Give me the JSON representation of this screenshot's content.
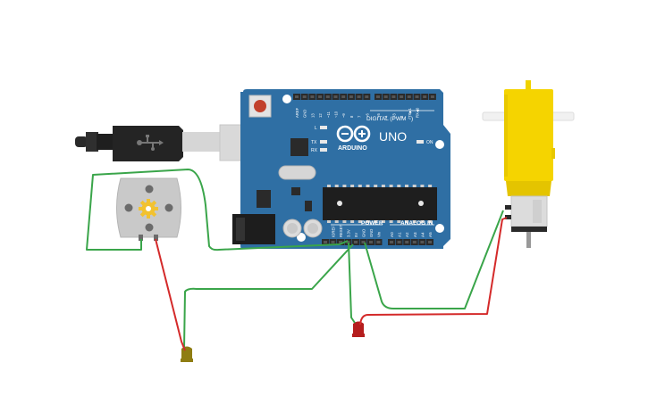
{
  "board": {
    "brand": "ARDUINO",
    "model": "UNO",
    "on_label": "ON",
    "tx_label": "TX",
    "rx_label": "RX",
    "l_label": "L",
    "digital_label": "DIGITAL (PWM ~)",
    "power_label": "POWER",
    "analog_label": "ANALOG IN",
    "digital_pins": [
      "AREF",
      "GND",
      "13",
      "12",
      "~11",
      "~10",
      "~9",
      "8",
      "7",
      "~6",
      "~5",
      "4",
      "~3",
      "2",
      "TX▶1",
      "RX◀0"
    ],
    "power_pins": [
      "IOREF",
      "RESET",
      "3.3V",
      "5V",
      "GND",
      "GND",
      "Vin"
    ],
    "analog_pins": [
      "A0",
      "A1",
      "A2",
      "A3",
      "A4",
      "A5"
    ],
    "board_color": "#2f6fa4",
    "header_color": "#2b2b2b"
  },
  "components": {
    "usb_cable": "usb-b-cable",
    "motor_left": "dc-motor",
    "gear_motor": "yellow-gear-motor",
    "led_red": "#b51e1e",
    "led_yellow": "#8f7d12"
  },
  "wire_colors": {
    "green": "#3aa54a",
    "red": "#d42a2a"
  }
}
